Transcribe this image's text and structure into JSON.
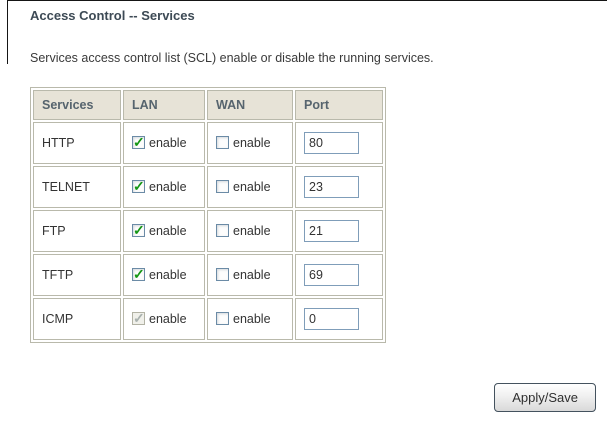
{
  "page": {
    "title": "Access Control -- Services",
    "description": "Services access control list (SCL) enable or disable the running services."
  },
  "table": {
    "headers": {
      "services": "Services",
      "lan": "LAN",
      "wan": "WAN",
      "port": "Port"
    },
    "enable_label": "enable",
    "rows": [
      {
        "service": "HTTP",
        "lan_checked": true,
        "lan_disabled": false,
        "wan_checked": false,
        "port": "80"
      },
      {
        "service": "TELNET",
        "lan_checked": true,
        "lan_disabled": false,
        "wan_checked": false,
        "port": "23"
      },
      {
        "service": "FTP",
        "lan_checked": true,
        "lan_disabled": false,
        "wan_checked": false,
        "port": "21"
      },
      {
        "service": "TFTP",
        "lan_checked": true,
        "lan_disabled": false,
        "wan_checked": false,
        "port": "69"
      },
      {
        "service": "ICMP",
        "lan_checked": true,
        "lan_disabled": true,
        "wan_checked": false,
        "port": "0"
      }
    ]
  },
  "actions": {
    "apply_save_label": "Apply/Save"
  },
  "colors": {
    "title_text": "#3d4a55",
    "header_bg": "#e7e3d7",
    "header_text": "#56646e",
    "table_border": "#b9b9ab",
    "input_border": "#7f9db9",
    "checkbox_border": "#6b8ba6",
    "check_green": "#149614",
    "button_border": "#44525e",
    "frame_line": "#151515"
  }
}
